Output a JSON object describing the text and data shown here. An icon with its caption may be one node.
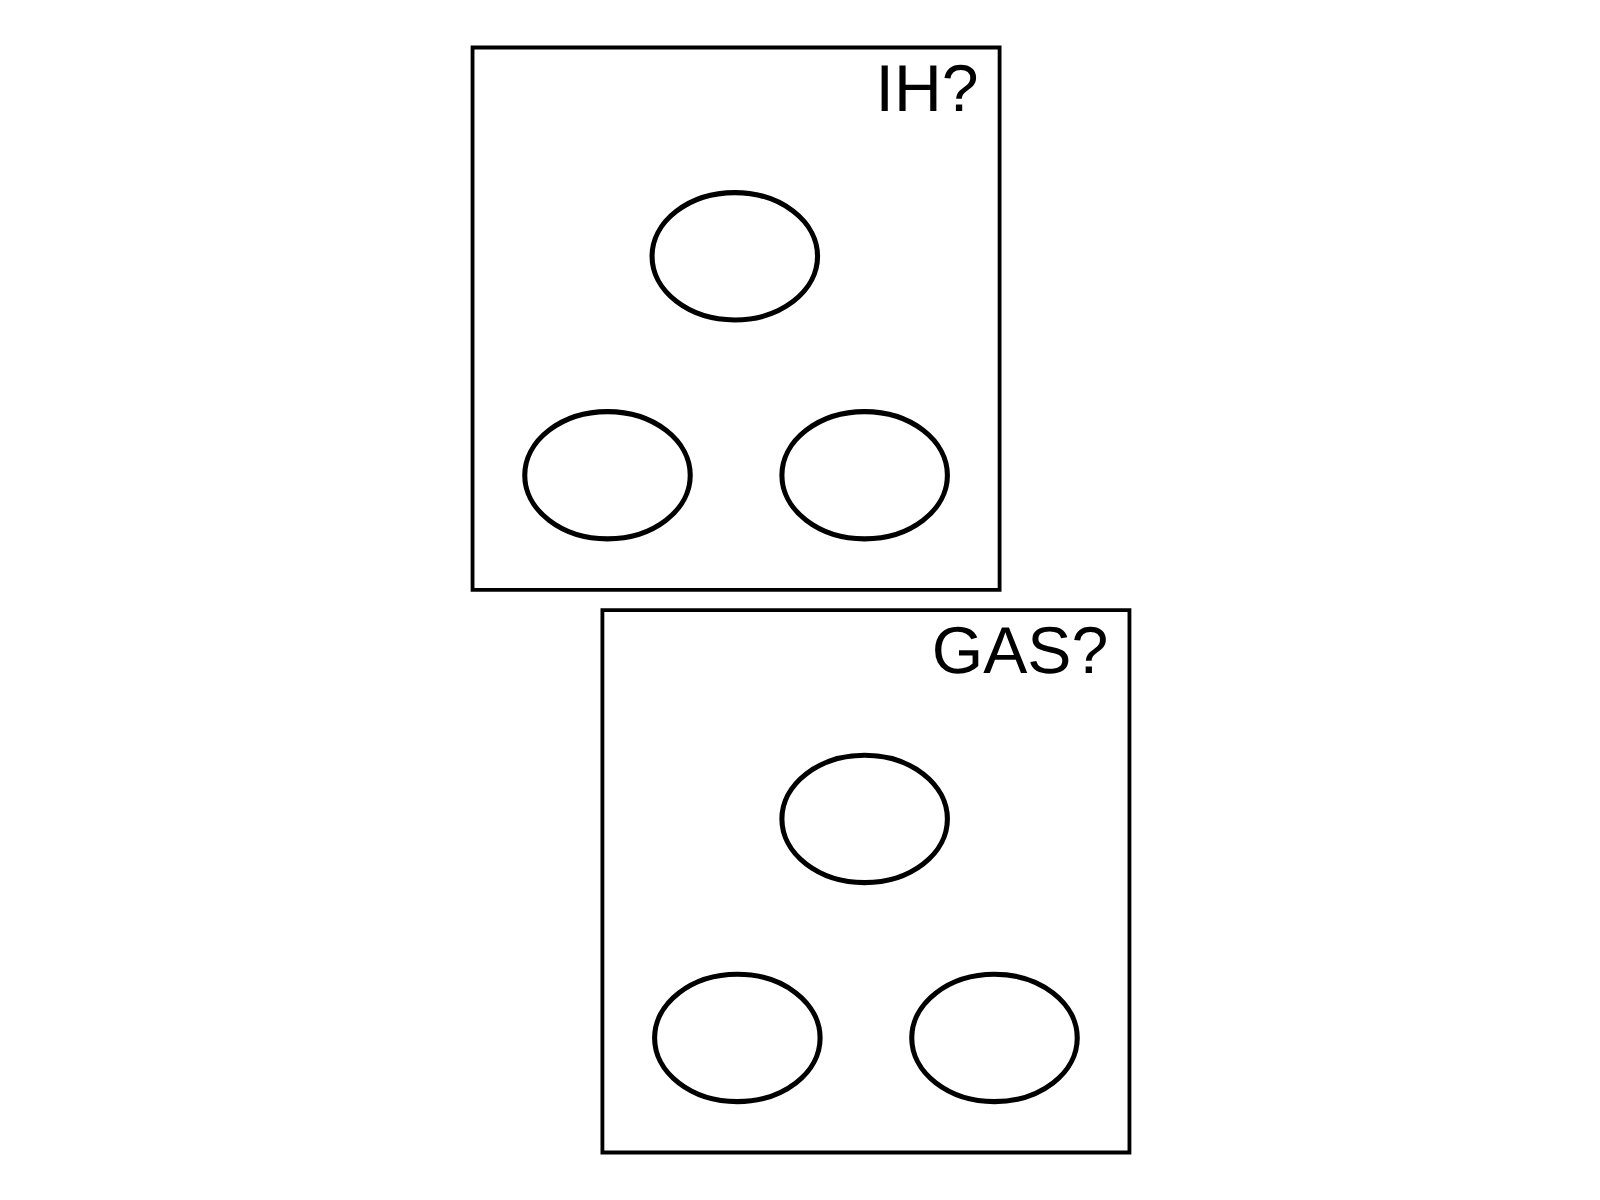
{
  "diagram": {
    "nodes": [
      {
        "text": [
          "IH?"
        ]
      },
      {
        "text": [],
        "shape": "circle",
        "in": 0
      },
      {
        "text": [],
        "shape": "circle",
        "in": 0
      },
      {
        "text": [],
        "shape": "circle",
        "in": 0
      },
      {
        "text": [
          "GAS?"
        ]
      },
      {
        "text": [],
        "shape": "circle",
        "in": 4
      },
      {
        "text": [],
        "shape": "circle",
        "in": 4
      },
      {
        "text": [],
        "shape": "circle",
        "in": 4
      }
    ]
  }
}
